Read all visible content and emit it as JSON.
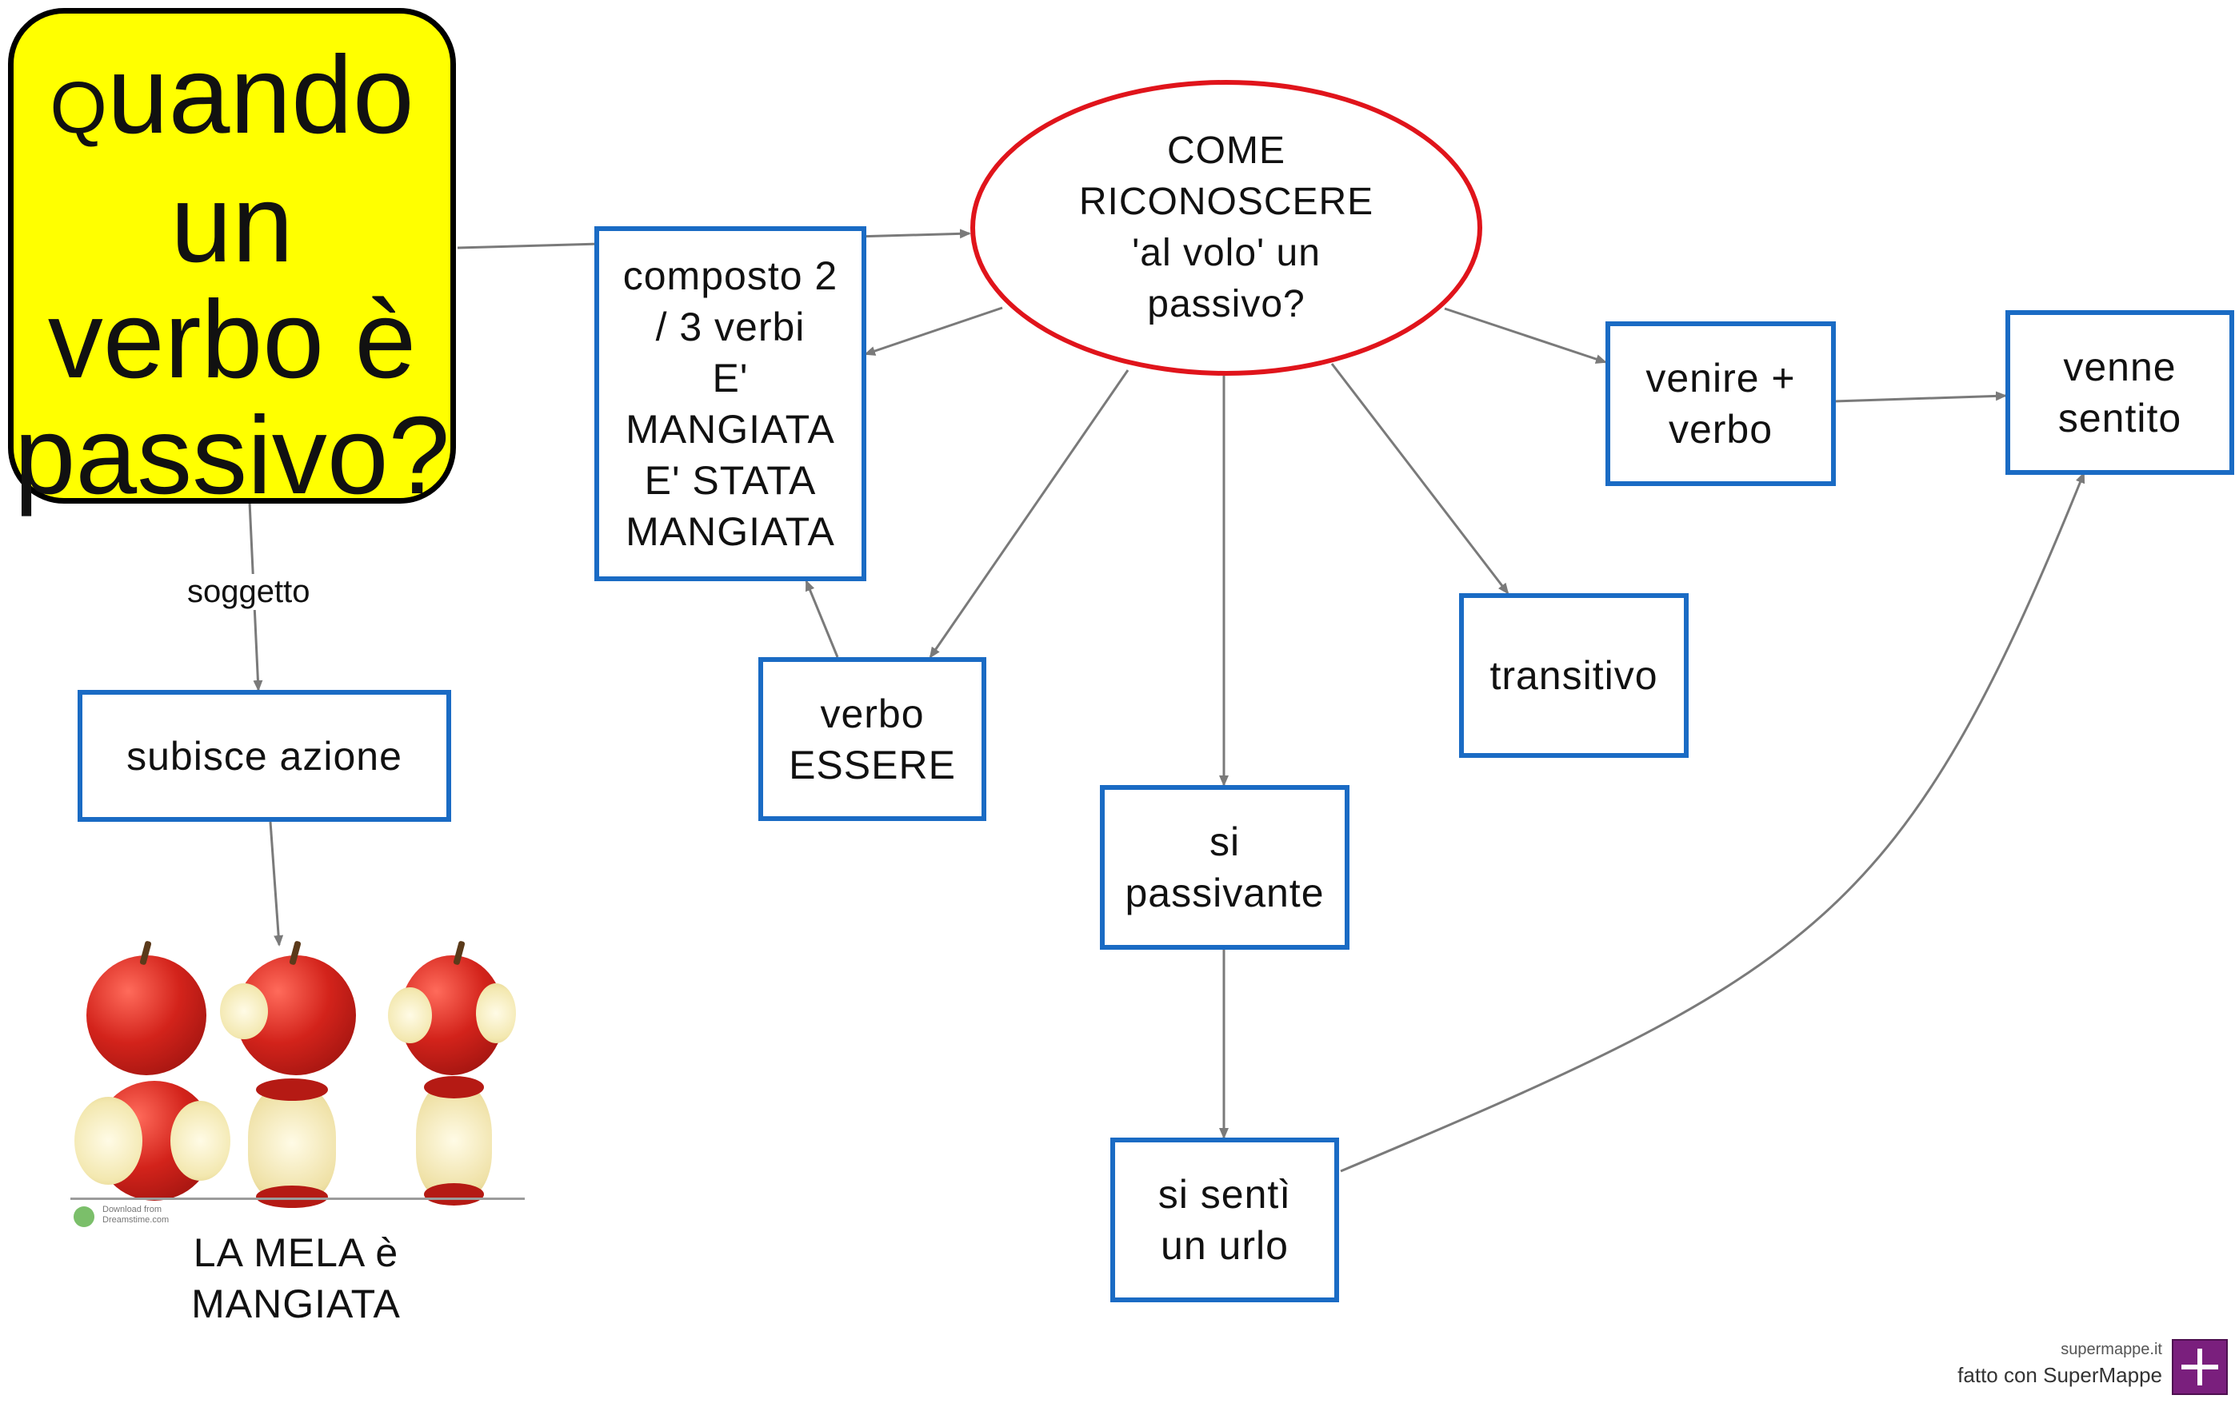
{
  "main_question": {
    "first_letter": "Q",
    "rest": "uando\nun\nverbo è\npassivo?"
  },
  "center": "COME\nRICONOSCERE\n'al volo' un\npassivo?",
  "nodes": {
    "composto": "composto 2\n/ 3 verbi\nE'\nMANGIATA\nE' STATA\nMANGIATA",
    "verbo_essere": "verbo\nESSERE",
    "si_passivante": "si\npassivante",
    "si_senti": "si sentì\nun urlo",
    "transitivo": "transitivo",
    "venire_verbo": "venire +\nverbo",
    "venne_sentito": "venne\nsentito",
    "subisce_azione": "subisce azione"
  },
  "edge_labels": {
    "soggetto": "soggetto"
  },
  "image": {
    "caption": "LA MELA è\nMANGIATA",
    "stock_source": "Download from\nDreamstime.com"
  },
  "watermark": {
    "site": "supermappe.it",
    "made_with": "fatto con SuperMappe"
  },
  "colors": {
    "main_fill": "#ffff00",
    "box_border": "#1a6bc4",
    "ellipse_border": "#e0141b",
    "connector": "#7a7a7a"
  }
}
